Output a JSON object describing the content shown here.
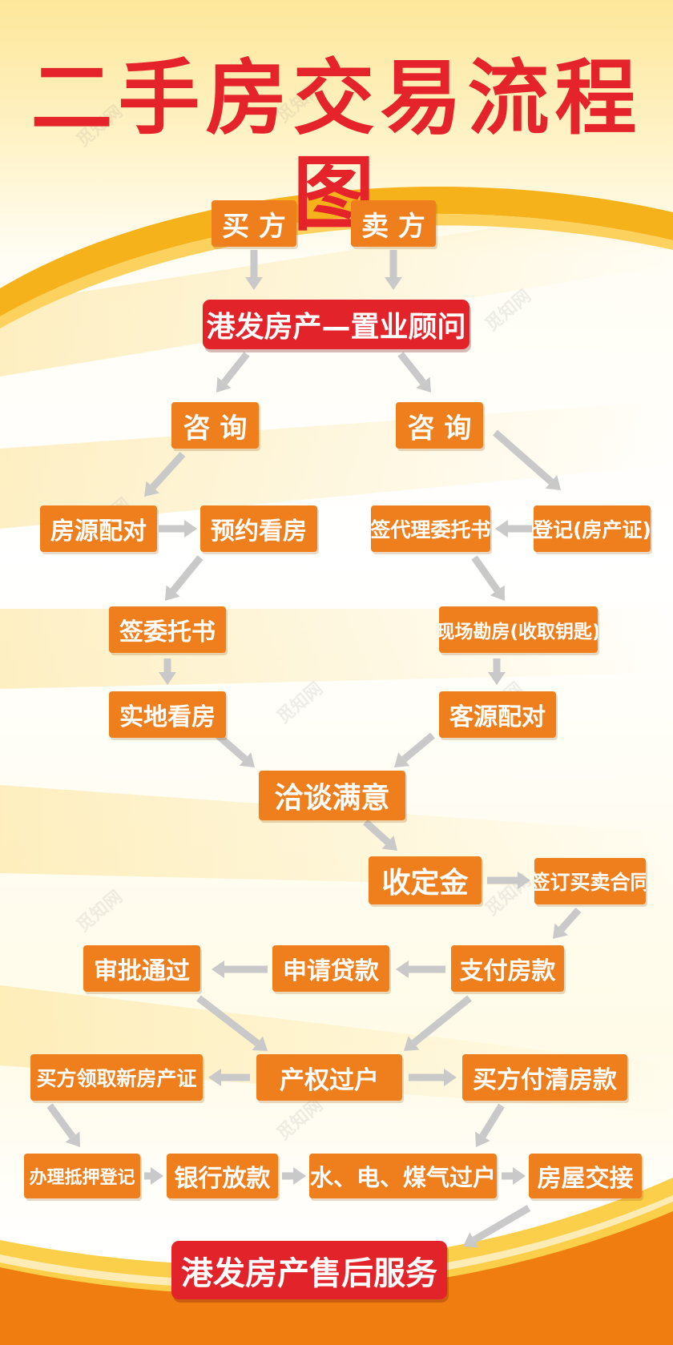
{
  "title": "二手房交易流程图",
  "watermark": "觅知网",
  "colors": {
    "node_orange": "#ef7e1c",
    "node_red": "#e2232a",
    "title_red": "#e4242a",
    "arrow_gray": "#c9c9c9",
    "band_gold": "#f6b21a",
    "footer_orange": "#ef7d10"
  },
  "nodes": {
    "buyer": "买 方",
    "seller": "卖 方",
    "advisor": "港发房产—置业顾问",
    "consult_buyer": "咨 询",
    "consult_seller": "咨 询",
    "listing_match": "房源配对",
    "book_viewing": "预约看房",
    "sign_agency_contract": "签代理委托书",
    "register_deed": "登记(房产证)",
    "sign_commission": "签委托书",
    "inspect_keys": "现场勘房(收取钥匙)",
    "site_viewing": "实地看房",
    "client_match": "客源配对",
    "negotiation": "洽谈满意",
    "collect_deposit": "收定金",
    "sign_contract": "签订买卖合同",
    "approval": "审批通过",
    "apply_loan": "申请贷款",
    "pay_price": "支付房款",
    "buyer_get_deed": "买方领取新房产证",
    "title_transfer": "产权过户",
    "buyer_pay_full": "买方付清房款",
    "mortgage_register": "办理抵押登记",
    "bank_release": "银行放款",
    "utilities_transfer": "水、电、煤气过户",
    "handover": "房屋交接",
    "after_sales": "港发房产售后服务"
  }
}
